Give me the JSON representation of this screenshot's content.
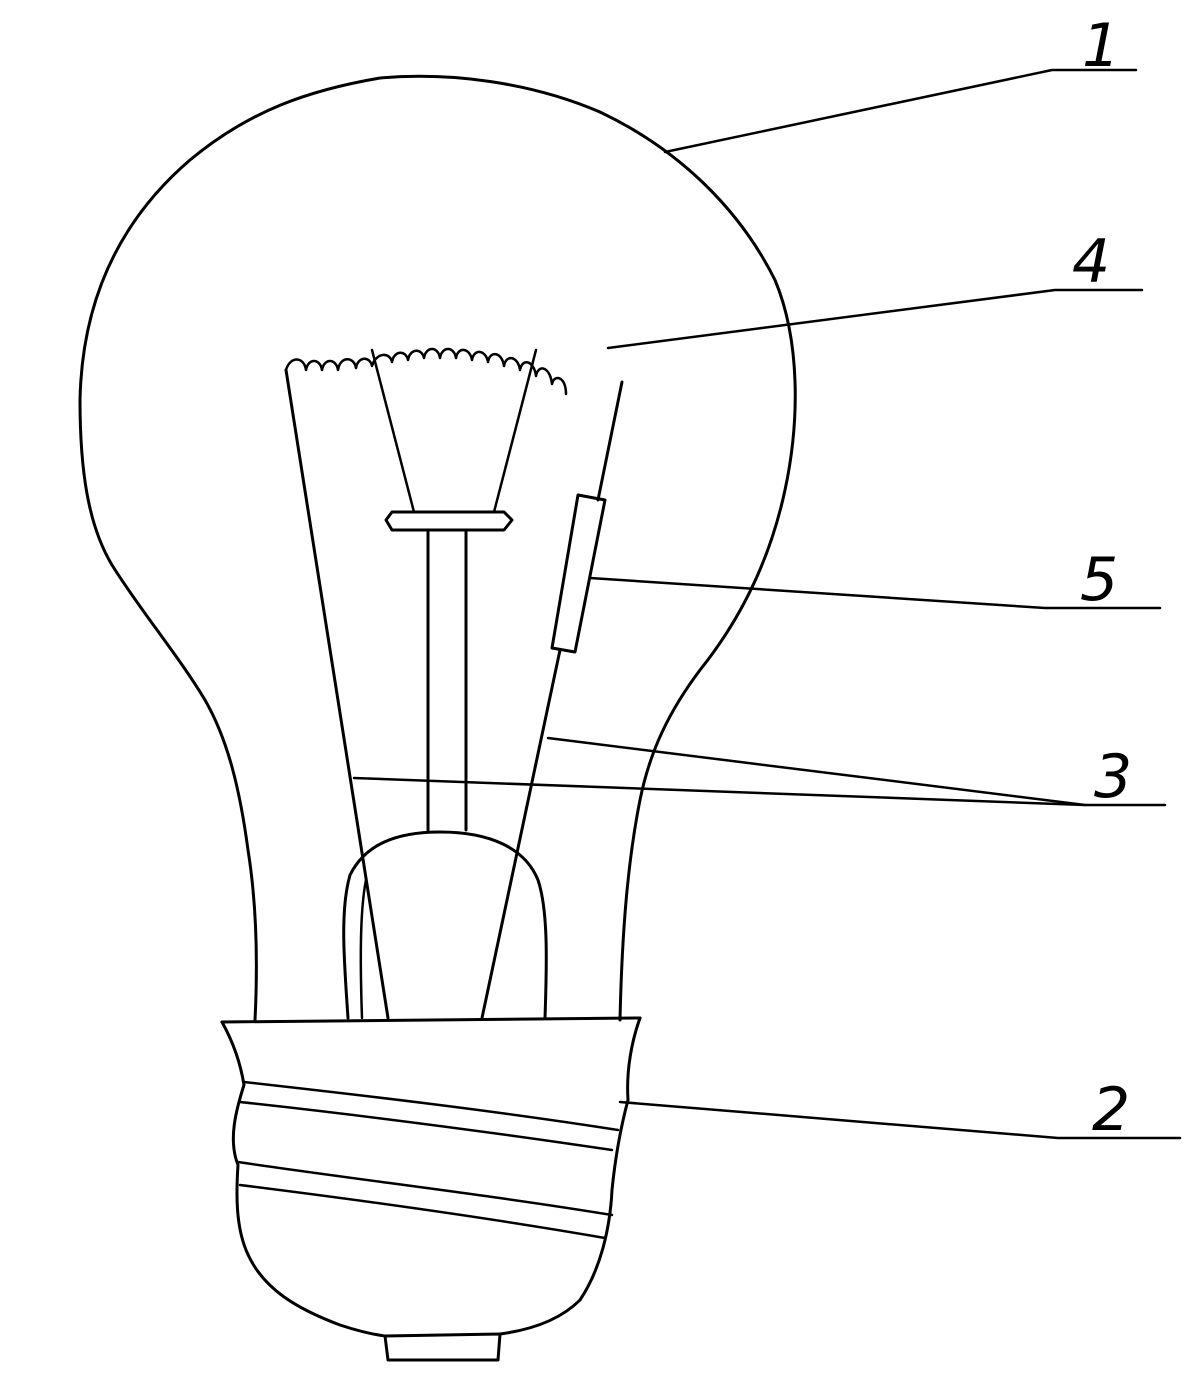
{
  "diagram": {
    "ink_color": "#000000",
    "paper_color": "#ffffff",
    "parts": [
      {
        "id": "bulb",
        "number": "1"
      },
      {
        "id": "base",
        "number": "2"
      },
      {
        "id": "lead-wires",
        "number": "3"
      },
      {
        "id": "filament",
        "number": "4"
      },
      {
        "id": "fuse",
        "number": "5"
      }
    ]
  }
}
